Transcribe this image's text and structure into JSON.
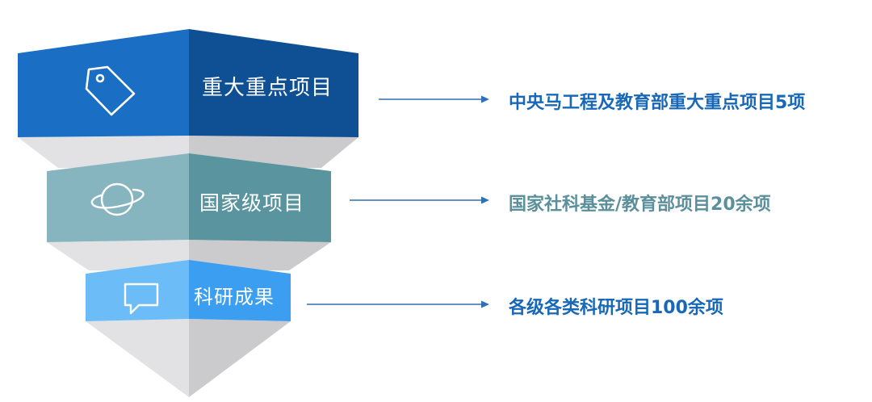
{
  "tiers": [
    {
      "label": "重大重点项目",
      "description": "中央马工程及教育部重大重点项目5项",
      "icon": "tag-icon",
      "color_left": "#1a6fc4",
      "color_right": "#0f4f94",
      "desc_color": "#1768b8"
    },
    {
      "label": "国家级项目",
      "description": "国家社科基金/教育部项目20余项",
      "icon": "planet-icon",
      "color_left": "#86b5bf",
      "color_right": "#5a949f",
      "desc_color": "#5a8f9b"
    },
    {
      "label": "科研成果",
      "description": "各级各类科研项目100余项",
      "icon": "chat-bubble-icon",
      "color_left": "#6cbcf8",
      "color_right": "#3b9ef0",
      "desc_color": "#1768b8"
    }
  ],
  "colors": {
    "shadow_light": "#e4e4e6",
    "shadow_dark": "#c9c9cc",
    "arrow": "#2f6fb5"
  }
}
